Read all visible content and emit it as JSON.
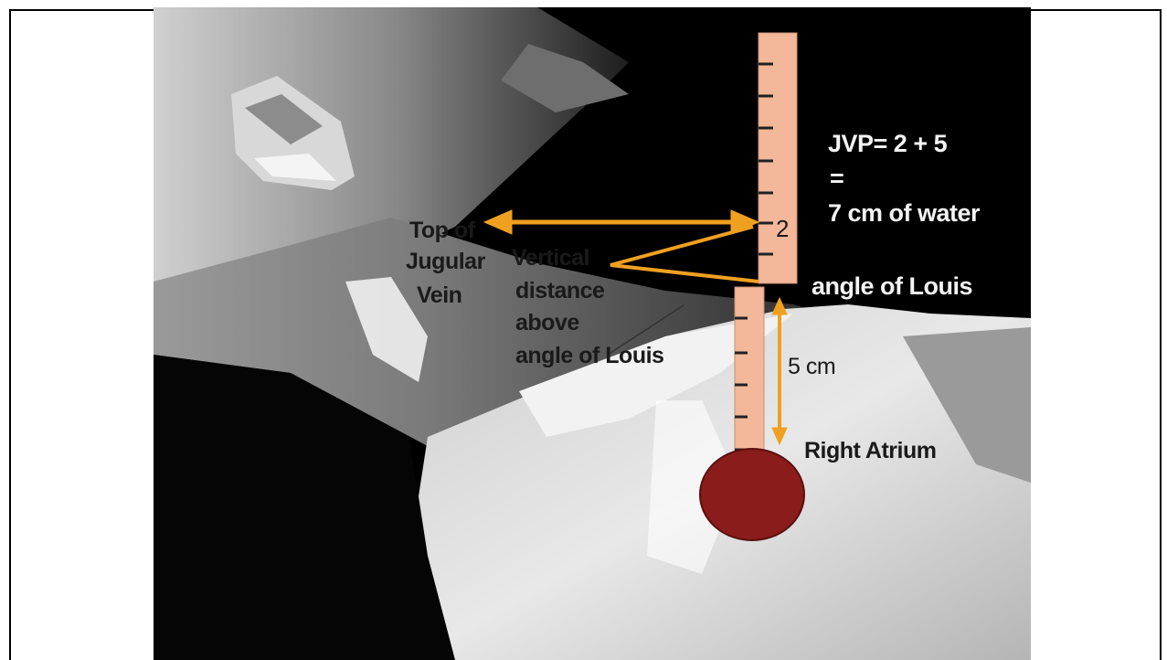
{
  "labels": {
    "top_line1": "Top of",
    "top_line2": "Jugular",
    "top_line3": "Vein",
    "vert_line1": "Vertical",
    "vert_line2": "distance",
    "vert_line3": "above",
    "vert_line4": "angle of Louis",
    "jvp_line1": "JVP= 2 + 5",
    "jvp_line2": "=",
    "jvp_line3": "7 cm of water",
    "angle_label": "angle of Louis",
    "five_cm": "5 cm",
    "right_atrium": "Right Atrium",
    "ruler_mark": "2"
  },
  "colors": {
    "arrow": "#f0a020",
    "ruler": "#f3b89a",
    "atrium": "#8a1c1c",
    "background": "#000000"
  }
}
